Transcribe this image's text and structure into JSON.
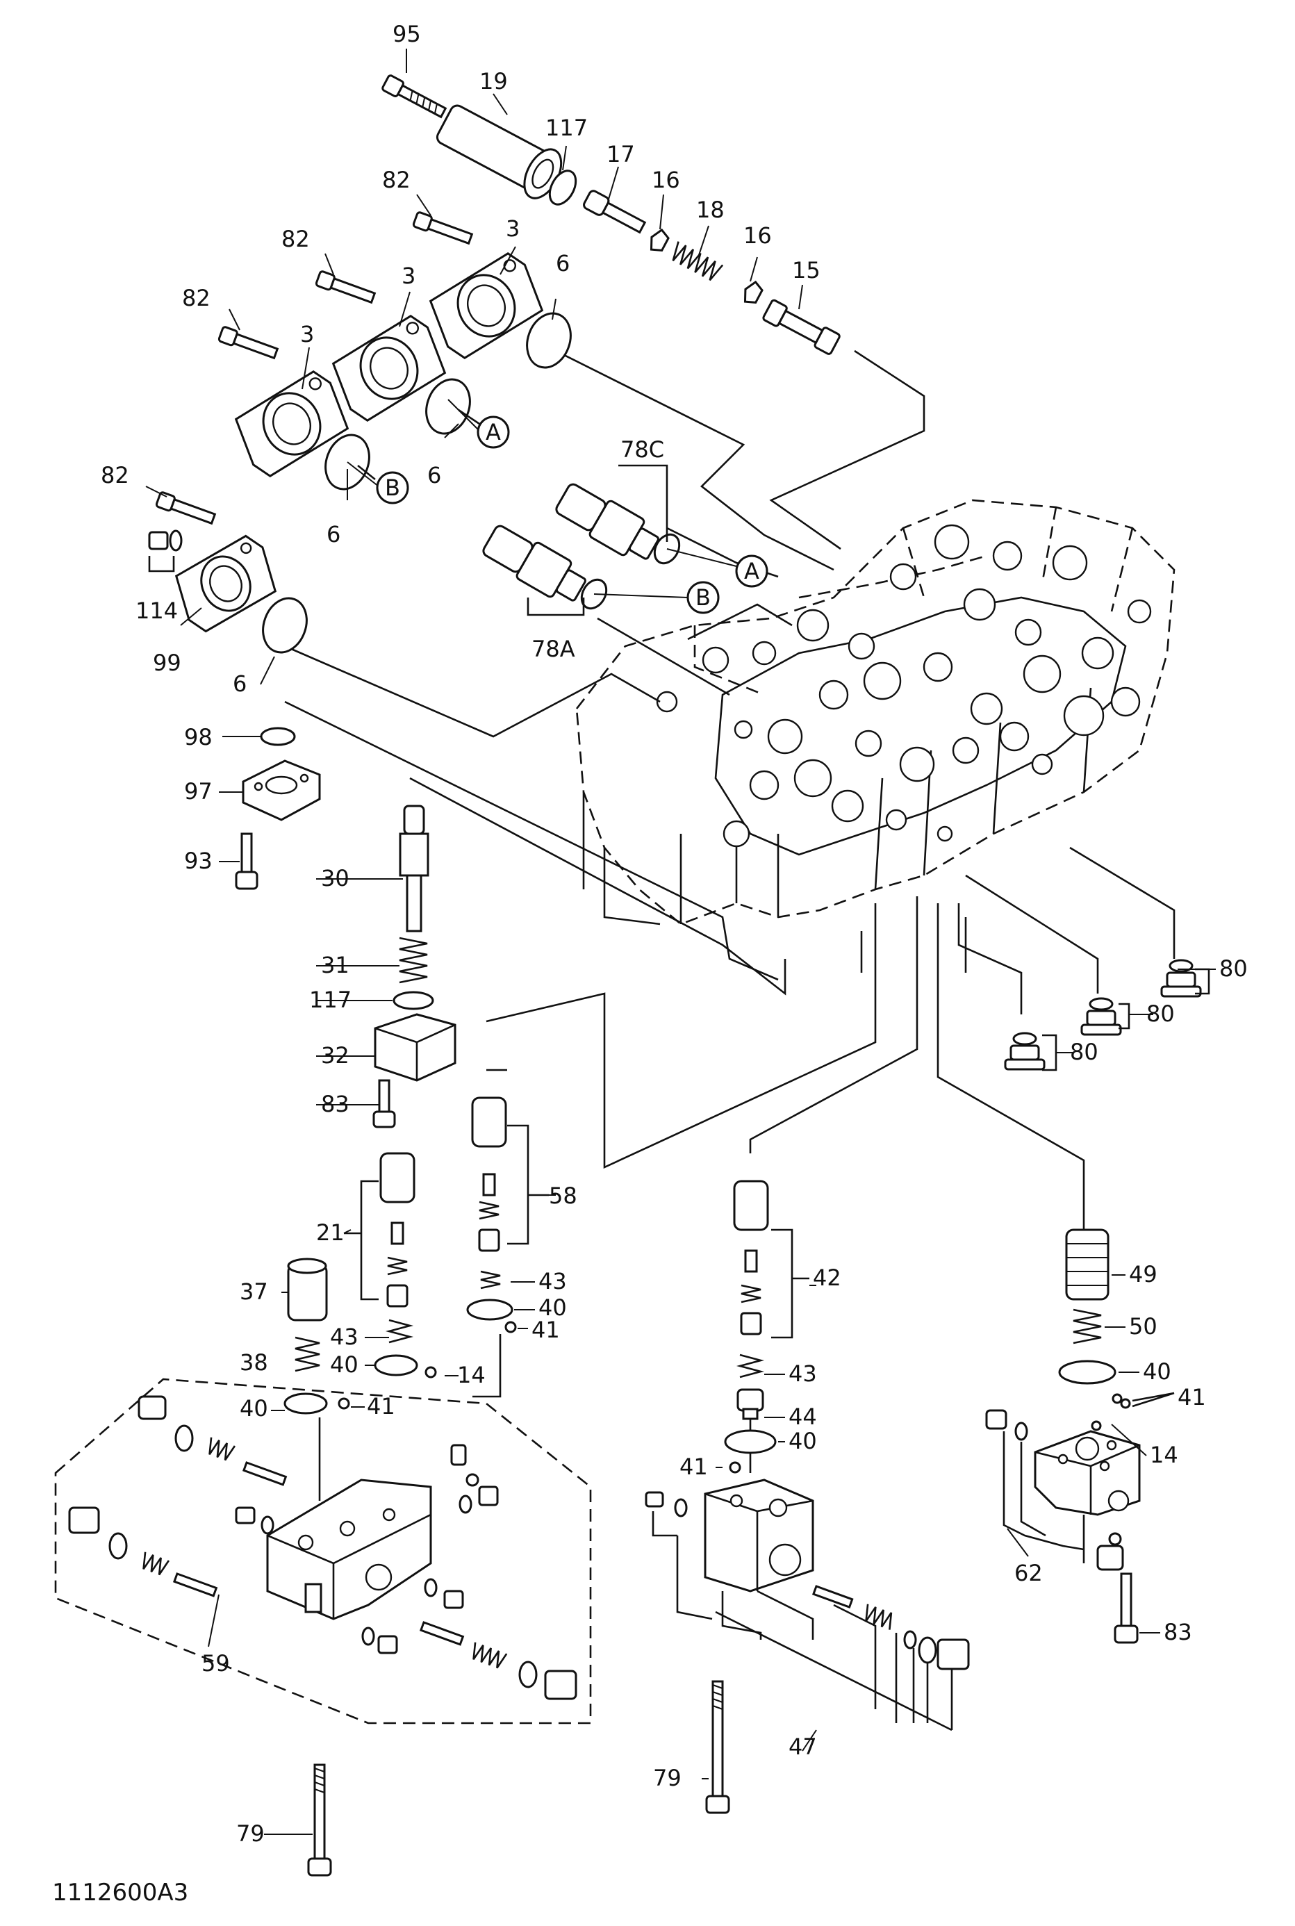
{
  "diagram": {
    "code": "1112600A3",
    "callouts": [
      {
        "id": "c95",
        "text": "95"
      },
      {
        "id": "c19",
        "text": "19"
      },
      {
        "id": "c117a",
        "text": "117"
      },
      {
        "id": "c17",
        "text": "17"
      },
      {
        "id": "c16a",
        "text": "16"
      },
      {
        "id": "c18",
        "text": "18"
      },
      {
        "id": "c16b",
        "text": "16"
      },
      {
        "id": "c15",
        "text": "15"
      },
      {
        "id": "c82a",
        "text": "82"
      },
      {
        "id": "c3a",
        "text": "3"
      },
      {
        "id": "c82b",
        "text": "82"
      },
      {
        "id": "c3b",
        "text": "3"
      },
      {
        "id": "c6a",
        "text": "6"
      },
      {
        "id": "c82c",
        "text": "82"
      },
      {
        "id": "c3c",
        "text": "3"
      },
      {
        "id": "c6b",
        "text": "6"
      },
      {
        "id": "c6c",
        "text": "6"
      },
      {
        "id": "c78C",
        "text": "78C"
      },
      {
        "id": "c82d",
        "text": "82"
      },
      {
        "id": "c114",
        "text": "114"
      },
      {
        "id": "c78A",
        "text": "78A"
      },
      {
        "id": "c99",
        "text": "99"
      },
      {
        "id": "c6d",
        "text": "6"
      },
      {
        "id": "c98",
        "text": "98"
      },
      {
        "id": "c97",
        "text": "97"
      },
      {
        "id": "c93",
        "text": "93"
      },
      {
        "id": "c30",
        "text": "30"
      },
      {
        "id": "c31",
        "text": "31"
      },
      {
        "id": "c117b",
        "text": "117"
      },
      {
        "id": "c32",
        "text": "32"
      },
      {
        "id": "c83a",
        "text": "83"
      },
      {
        "id": "c80a",
        "text": "80"
      },
      {
        "id": "c80b",
        "text": "80"
      },
      {
        "id": "c80c",
        "text": "80"
      },
      {
        "id": "c58",
        "text": "58"
      },
      {
        "id": "c21",
        "text": "21"
      },
      {
        "id": "c43a",
        "text": "43"
      },
      {
        "id": "c40a",
        "text": "40"
      },
      {
        "id": "c41a",
        "text": "41"
      },
      {
        "id": "c37",
        "text": "37"
      },
      {
        "id": "c43b",
        "text": "43"
      },
      {
        "id": "c38",
        "text": "38"
      },
      {
        "id": "c40b",
        "text": "40"
      },
      {
        "id": "c14a",
        "text": "14"
      },
      {
        "id": "c40c",
        "text": "40"
      },
      {
        "id": "c41b",
        "text": "41"
      },
      {
        "id": "c42",
        "text": "42"
      },
      {
        "id": "c43c",
        "text": "43"
      },
      {
        "id": "c44",
        "text": "44"
      },
      {
        "id": "c40d",
        "text": "40"
      },
      {
        "id": "c41c",
        "text": "41"
      },
      {
        "id": "c49",
        "text": "49"
      },
      {
        "id": "c50",
        "text": "50"
      },
      {
        "id": "c40e",
        "text": "40"
      },
      {
        "id": "c41d",
        "text": "41"
      },
      {
        "id": "c14b",
        "text": "14"
      },
      {
        "id": "c62",
        "text": "62"
      },
      {
        "id": "c83b",
        "text": "83"
      },
      {
        "id": "c59",
        "text": "59"
      },
      {
        "id": "c79a",
        "text": "79"
      },
      {
        "id": "c47",
        "text": "47"
      },
      {
        "id": "c79b",
        "text": "79"
      }
    ],
    "circle_refs": [
      {
        "id": "rA1",
        "text": "A"
      },
      {
        "id": "rB1",
        "text": "B"
      },
      {
        "id": "rA2",
        "text": "A"
      },
      {
        "id": "rB2",
        "text": "B"
      }
    ]
  }
}
